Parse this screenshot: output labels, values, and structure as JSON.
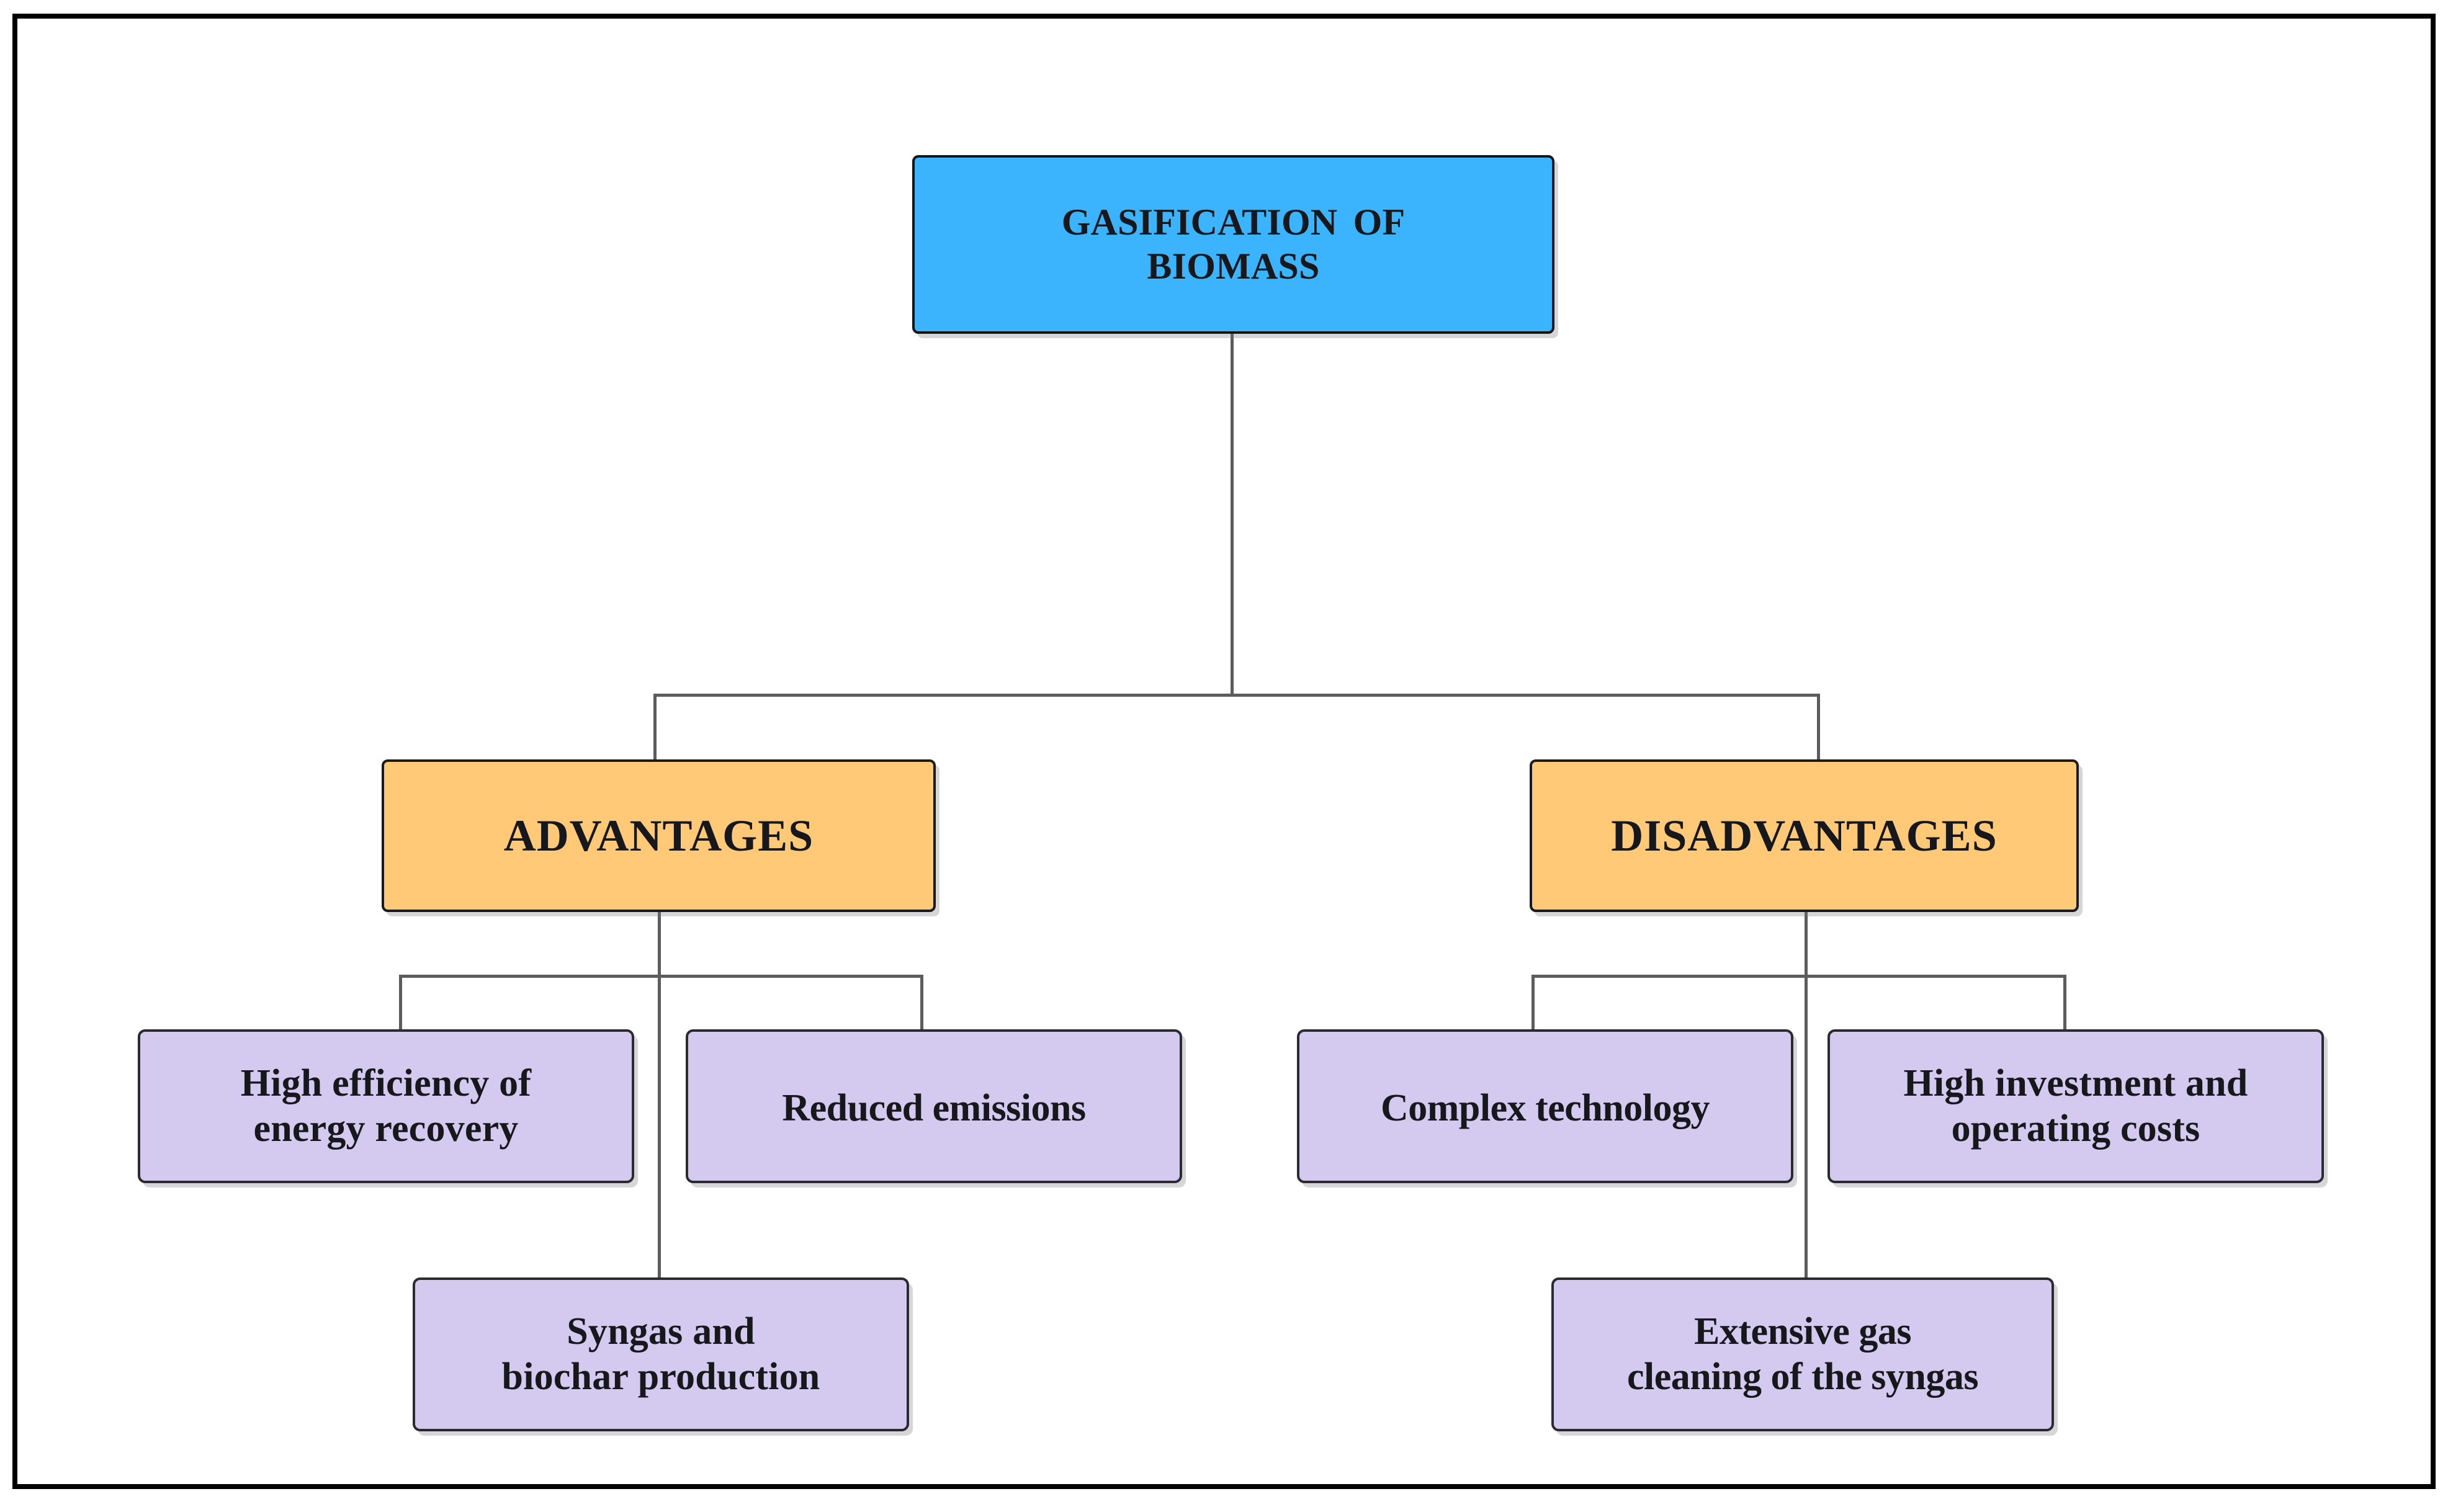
{
  "diagram": {
    "title_node": {
      "id": "gasification-of-biomass",
      "line1": "GASIFICATION",
      "line1b": "OF",
      "line2": "BIOMASS",
      "full_text": "GASIFICATION  OF BIOMASS",
      "color": "#3BB3FD"
    },
    "branches": [
      {
        "id": "advantages",
        "label": "ADVANTAGES",
        "color": "#FFC978",
        "children": [
          {
            "id": "high-efficiency-of-energy-recovery",
            "line1": "High efficiency of",
            "line2": "energy recovery",
            "color": "#D4CAEF"
          },
          {
            "id": "reduced-emissions",
            "line1": "Reduced emissions",
            "line2": "",
            "color": "#D4CAEF"
          },
          {
            "id": "syngas-and-biochar-production",
            "line1": "Syngas and",
            "line2": "biochar production",
            "color": "#D4CAEF"
          }
        ]
      },
      {
        "id": "disadvantages",
        "label": "DISADVANTAGES",
        "color": "#FFC978",
        "children": [
          {
            "id": "complex-technology",
            "line1": "Complex technology",
            "line2": "",
            "color": "#D4CAEF"
          },
          {
            "id": "high-investment-and-operating-costs",
            "line1": "High investment and",
            "line2": "operating costs",
            "color": "#D4CAEF"
          },
          {
            "id": "extensive-gas-cleaning-of-the-syngas",
            "line1": "Extensive gas",
            "line2": "cleaning of the syngas",
            "color": "#D4CAEF"
          }
        ]
      }
    ],
    "palette": {
      "frame": "#000000",
      "connector": "#5C5C5C",
      "text": "#17181C",
      "background": "#FFFFFF"
    }
  }
}
